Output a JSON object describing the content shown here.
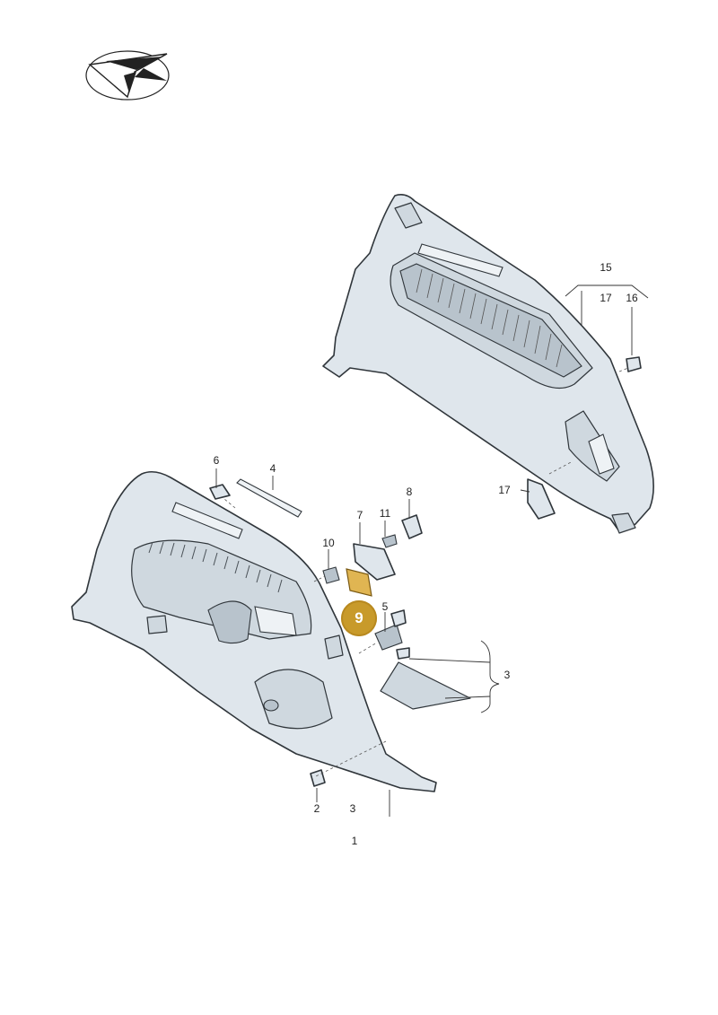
{
  "diagram": {
    "highlight": {
      "label": "9",
      "color": "#c89a2a"
    },
    "callouts": [
      {
        "id": "15",
        "text": "15"
      },
      {
        "id": "17a",
        "text": "17"
      },
      {
        "id": "16",
        "text": "16"
      },
      {
        "id": "17b",
        "text": "17"
      },
      {
        "id": "6",
        "text": "6"
      },
      {
        "id": "4",
        "text": "4"
      },
      {
        "id": "8",
        "text": "8"
      },
      {
        "id": "7",
        "text": "7"
      },
      {
        "id": "11",
        "text": "11"
      },
      {
        "id": "10",
        "text": "10"
      },
      {
        "id": "5",
        "text": "5"
      },
      {
        "id": "3a",
        "text": "3"
      },
      {
        "id": "2",
        "text": "2"
      },
      {
        "id": "3b",
        "text": "3"
      },
      {
        "id": "1",
        "text": "1"
      }
    ]
  }
}
